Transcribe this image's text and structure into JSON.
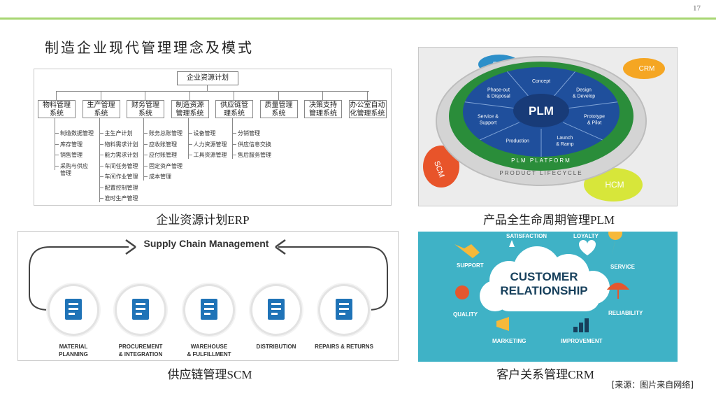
{
  "page": {
    "number": "17",
    "title": "制造企业现代管理理念及模式",
    "source_note": "[来源：图片来自网络]",
    "accent_color": "#a7d672"
  },
  "erp": {
    "caption": "企业资源计划ERP",
    "root": "企业资源计划",
    "modules": [
      {
        "name": "物料管理\n系统",
        "subs": [
          "制造数据管理",
          "库存管理",
          "销售管理",
          "采购与供应\n管理"
        ]
      },
      {
        "name": "生产管理\n系统",
        "subs": [
          "主生产计划",
          "物料需求计划",
          "能力需求计划",
          "车间任务管理",
          "车间作业管理",
          "配置控制管理",
          "准时生产管理"
        ]
      },
      {
        "name": "财务管理\n系统",
        "subs": [
          "账务总账管理",
          "应收账管理",
          "应付账管理",
          "固定资产管理",
          "成本管理"
        ]
      },
      {
        "name": "制造资源\n管理系统",
        "subs": [
          "设备管理",
          "人力资源管理",
          "工具资源管理"
        ]
      },
      {
        "name": "供应链管\n理系统",
        "subs": [
          "分销管理",
          "供应信息交换",
          "售后服务管理"
        ]
      },
      {
        "name": "质量管理\n系统",
        "subs": []
      },
      {
        "name": "决策支持\n管理系统",
        "subs": []
      },
      {
        "name": "办公室自动\n化管理系统",
        "subs": []
      }
    ]
  },
  "plm": {
    "caption": "产品全生命周期管理PLM",
    "center": "PLM",
    "segments": [
      "Concept",
      "Design\n& Develop",
      "Prototype\n& Pilot",
      "Launch\n& Ramp",
      "Production",
      "Service &\nSupport",
      "Phase-out\n& Disposal"
    ],
    "platform": "PLM PLATFORM",
    "lifecycle": "PRODUCT LIFECYCLE",
    "tabs": [
      "ERP",
      "CRM",
      "SCM",
      "HCM"
    ],
    "tab_colors": [
      "#2d8fc9",
      "#f5a623",
      "#e8542a",
      "#d7e63a"
    ]
  },
  "scm": {
    "caption": "供应链管理SCM",
    "title": "Supply Chain Management",
    "steps": [
      "MATERIAL\nPLANNING",
      "PROCUREMENT\n& INTEGRATION",
      "WAREHOUSE\n& FULFILLMENT",
      "DISTRIBUTION",
      "REPAIRS & RETURNS"
    ],
    "icon_color": "#1f73b7"
  },
  "crm": {
    "caption": "客户关系管理CRM",
    "line1": "CUSTOMER",
    "line2": "RELATIONSHIP",
    "items": [
      "SATISFACTION",
      "LOYALTY",
      "SUPPORT",
      "SERVICE",
      "QUALITY",
      "RELIABILITY",
      "MARKETING",
      "IMPROVEMENT"
    ],
    "bg_color": "#3fb2c6"
  }
}
